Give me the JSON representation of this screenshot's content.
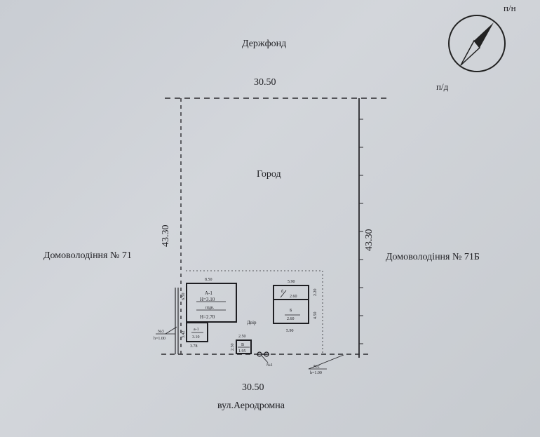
{
  "north_arrow": {
    "north_label": "п/н",
    "south_label": "п/д"
  },
  "labels": {
    "top_neighbor": "Держфонд",
    "top_width": "30.50",
    "garden": "Город",
    "left_neighbor": "Домоволодіння № 71",
    "right_neighbor": "Домоволодіння № 71Б",
    "left_length": "43.30",
    "right_length": "43.30",
    "bottom_width": "30.50",
    "street": "вул.Аеродромна",
    "yard": "Двір"
  },
  "building_a": {
    "width": "8.50",
    "side": "6.50",
    "name": "А-1",
    "height": "Н=3.10",
    "basement": "підв.",
    "basement_height": "Н=2.70"
  },
  "annex_a": {
    "name": "а-1",
    "height": "3.10",
    "width": "3.78",
    "side": "3.42"
  },
  "building_b": {
    "width_top": "5.90",
    "width_bottom": "5.90",
    "side_top": "2.20",
    "side_bottom": "4.50",
    "shed_name": "б",
    "shed_height": "2.60",
    "name": "Б",
    "height": "2.60"
  },
  "building_v": {
    "width": "2.50",
    "side": "2.50",
    "name": "В",
    "height": "1.95"
  },
  "markers": {
    "point1": "№1",
    "point2": "№2",
    "point2_h": "h=1.00",
    "point3": "№3",
    "point3_h": "h=1.00"
  }
}
